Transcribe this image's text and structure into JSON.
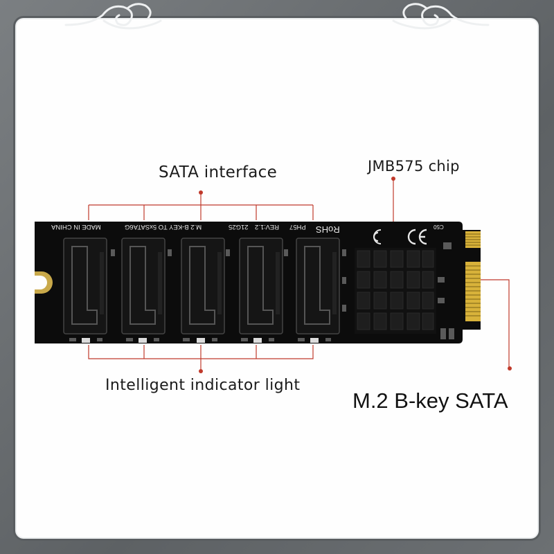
{
  "annotations": {
    "sata_interface": "SATA interface",
    "chip": "JMB575 chip",
    "indicator_light": "Intelligent indicator light",
    "m2_label": "M.2 B-key SATA"
  },
  "pcb_silkscreen": {
    "made_in": "MADE IN CHINA",
    "model": "M.2 B-KEY TO 5xSATA6G",
    "date": "21G25",
    "rev": "REV:1.2",
    "part": "PH57",
    "rohs": "RoHS",
    "cap": "C50"
  },
  "colors": {
    "pcb": "#0c0c0c",
    "gold_contacts": "#d8b23a",
    "leader_line": "#c0392b",
    "frame": "#6f7376",
    "background": "#fefefe"
  },
  "icons": [
    "cloud-ornament-icon",
    "ce-mark-icon",
    "fcc-mark-icon"
  ]
}
